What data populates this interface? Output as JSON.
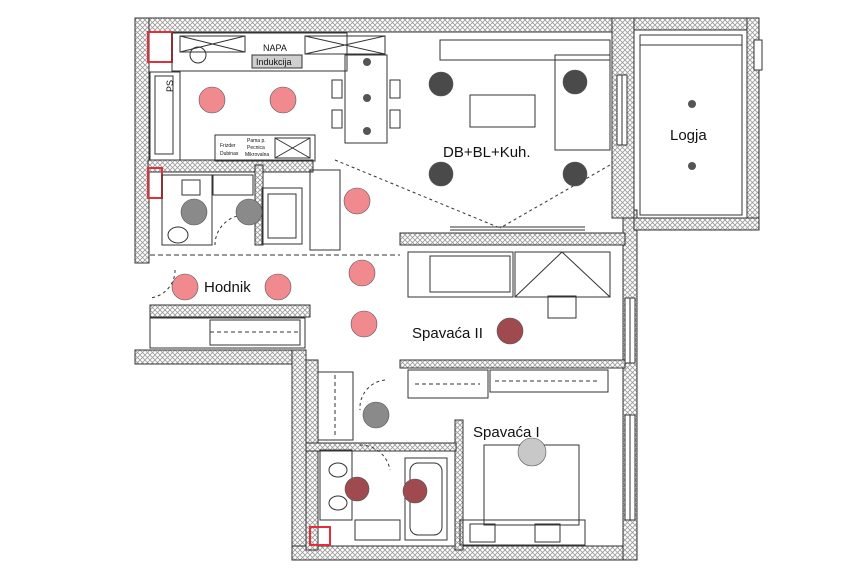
{
  "rooms": {
    "living": "DB+BL+Kuh.",
    "loggia": "Logja",
    "hallway": "Hodnik",
    "bedroom2": "Spavaća II",
    "bedroom1": "Spavaća I"
  },
  "kitchen": {
    "hood": "NAPA",
    "induction": "Indukcija",
    "ps": "PS",
    "freezer_line1": "Frizder",
    "freezer_line2": "Dubinas",
    "oven_line1": "Pama p.",
    "oven_line2": "Pecnica",
    "oven_line3": "Mikrovalna"
  },
  "colors": {
    "wall_hatch": "#bdbdbd",
    "marker_pink": "#f08a8f",
    "marker_dark_gray": "#4a4a4a",
    "marker_mid_gray": "#8a8a8a",
    "marker_light_gray": "#c8c8c8",
    "marker_dark_red": "#9e4a4e",
    "red_accent": "#e0303a"
  }
}
